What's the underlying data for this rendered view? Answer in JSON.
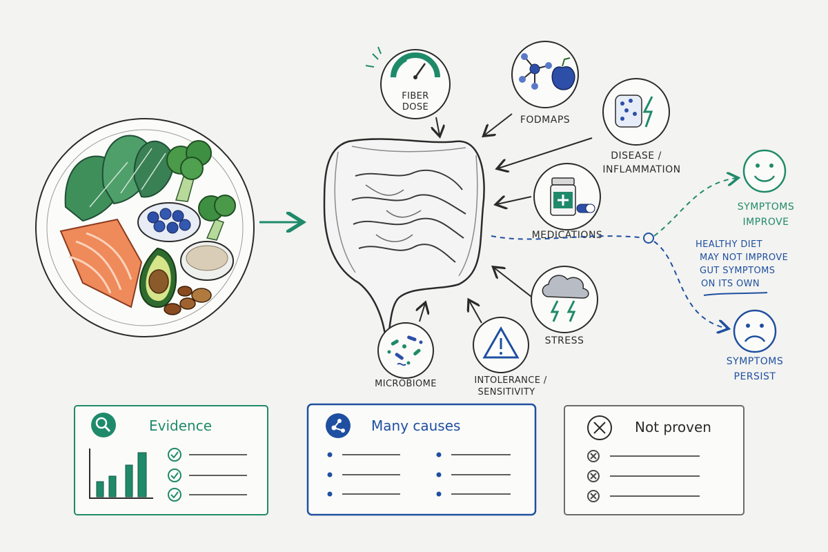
{
  "colors": {
    "green": "#1f8a6a",
    "blue": "#1f4fa0",
    "gray": "#6b6b6b",
    "ink": "#2a2a2a",
    "salmon": "#ef8a5a",
    "leaf": "#3f8f5a"
  },
  "icons": {
    "plate": "healthy-food-plate",
    "gut": "intestines",
    "fiber": "gauge-icon",
    "fodmaps": "molecule-apple-icon",
    "disease": "inflamed-tissue-icon",
    "medications": "pill-bottle-icon",
    "stress": "storm-cloud-icon",
    "intolerance": "warning-triangle-icon",
    "microbiome": "bacteria-icon",
    "improve": "smiley-face-icon",
    "persist": "sad-face-icon"
  },
  "factors": {
    "fiber": [
      "FIBER",
      "DOSE"
    ],
    "fodmaps": [
      "FODMAPS"
    ],
    "disease": [
      "DISEASE /",
      "INFLAMMATION"
    ],
    "medications": [
      "MEDICATIONS"
    ],
    "stress": [
      "STRESS"
    ],
    "intolerance": [
      "INTOLERANCE /",
      "SENSITIVITY"
    ],
    "microbiome": [
      "MICROBIOME"
    ]
  },
  "outcomes": {
    "improve": [
      "SYMPTOMS",
      "IMPROVE"
    ],
    "persist": [
      "SYMPTOMS",
      "PERSIST"
    ],
    "note": [
      "HEALTHY DIET",
      "MAY NOT IMPROVE",
      "GUT SYMPTOMS",
      "ON ITS OWN"
    ]
  },
  "panels": {
    "evidence": {
      "title": "Evidence",
      "checks": 3
    },
    "causes": {
      "title": "Many causes",
      "bullets": 6
    },
    "not_proven": {
      "title": "Not proven",
      "crosses": 3
    }
  }
}
